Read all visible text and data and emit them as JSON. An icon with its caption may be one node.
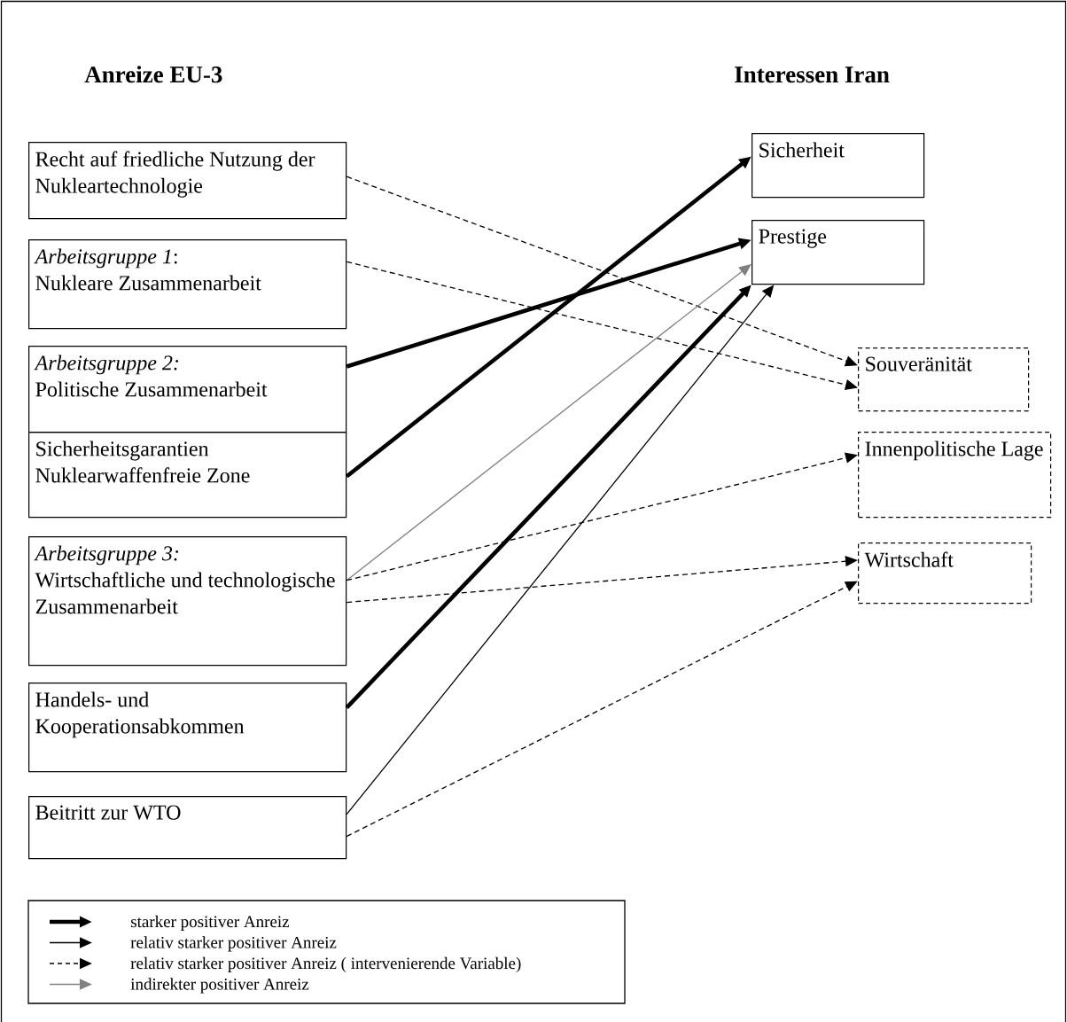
{
  "diagram": {
    "nodes": [
      {
        "text": [
          "Recht auf friedliche Nutzung der Nukleartechnologie"
        ]
      },
      {
        "text": [
          "*Arbeitsgruppe 1*:",
          "Nukleare Zusammenarbeit"
        ]
      },
      {
        "text": [
          "Arbeitsgruppe 2:",
          "Politische Zusammenarbeit"
        ]
      },
      {
        "text": [
          "Sicherheitsgarantien Nuklearwaffenfreie Zone"
        ]
      },
      {
        "text": [
          "Arbeitsgruppe 3:",
          "Wirtschaftliche und technologische Zusammenarbeit"
        ]
      },
      {
        "text": [
          "Handels- und Kooperationsabkommen"
        ]
      },
      {
        "text": [
          "Beitritt zur WTO"
        ]
      },
      {
        "text": [
          "Sicherheit"
        ]
      },
      {
        "text": [
          "Prestige"
        ]
      },
      {
        "text": [
          "Souveränität"
        ]
      },
      {
        "text": [
          "Innenpolitische Lage"
        ]
      },
      {
        "text": [
          "Wirtschaft"
        ]
      }
    ],
    "edges": [
      {
        "from": 0,
        "to": 9,
        "arrow": "to",
        "style": "dashed"
      },
      {
        "from": 1,
        "to": 9,
        "arrow": "to",
        "style": "dashed"
      },
      {
        "from": 2,
        "to": 8,
        "arrow": "to",
        "style": "thick"
      },
      {
        "from": 3,
        "to": 7,
        "arrow": "to",
        "style": "thick"
      },
      {
        "from": 4,
        "to": 8,
        "arrow": "to",
        "color": "#808080"
      },
      {
        "from": 4,
        "to": 10,
        "arrow": "to",
        "style": "dashed"
      },
      {
        "from": 4,
        "to": 11,
        "arrow": "to",
        "style": "dashed"
      },
      {
        "from": 5,
        "to": 8,
        "arrow": "to",
        "style": "thick"
      },
      {
        "from": 6,
        "to": 8,
        "arrow": "to"
      },
      {
        "from": 6,
        "to": 11,
        "arrow": "to",
        "style": "dashed"
      }
    ],
    "labels": [
      "Anreize EU-3",
      "Interessen Iran"
    ],
    "legend": [
      {
        "text": "starker positiver Anreiz"
      },
      {
        "text": "relativ starker positiver Anreiz"
      },
      {
        "text": "relativ starker positiver Anreiz ( intervenierende Variable)"
      },
      {
        "text": "indirekter positiver Anreiz"
      }
    ]
  }
}
